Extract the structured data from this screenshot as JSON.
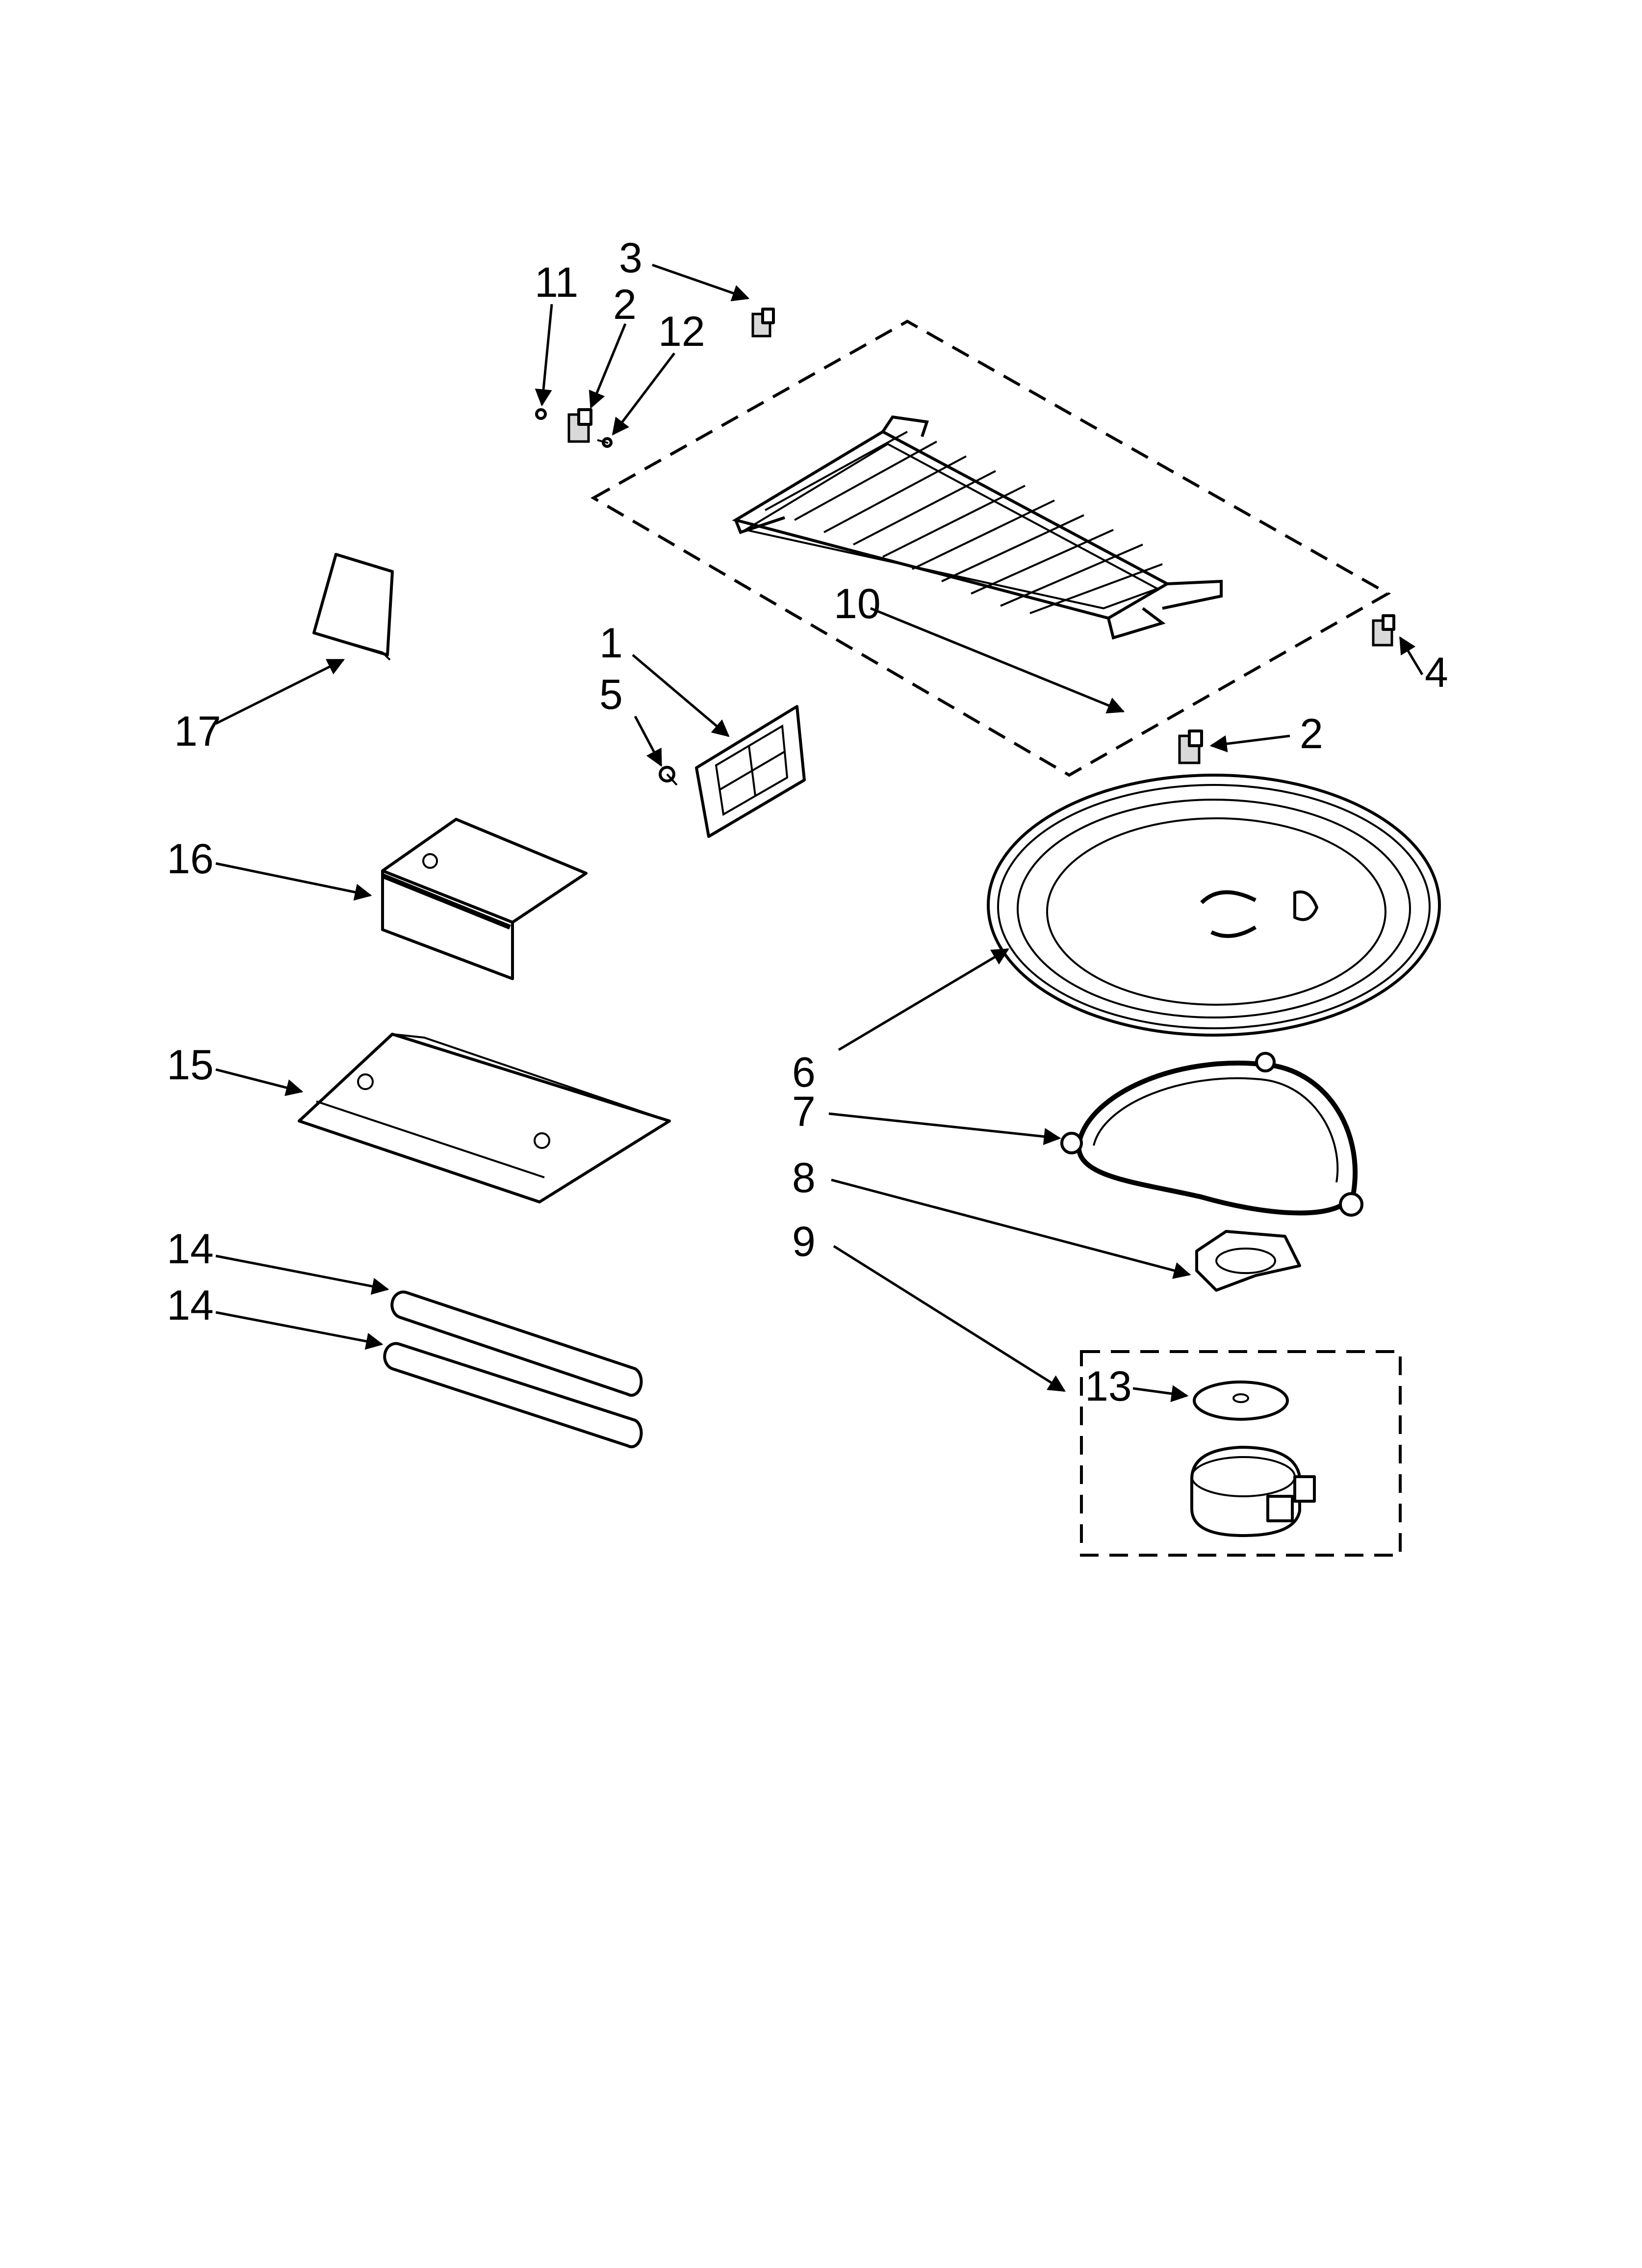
{
  "callouts": {
    "c1": "1",
    "c2a": "2",
    "c2b": "2",
    "c3": "3",
    "c4": "4",
    "c5": "5",
    "c6": "6",
    "c7": "7",
    "c8": "8",
    "c9": "9",
    "c10": "10",
    "c11": "11",
    "c12": "12",
    "c13": "13",
    "c14a": "14",
    "c14b": "14",
    "c15": "15",
    "c16": "16",
    "c17": "17"
  }
}
